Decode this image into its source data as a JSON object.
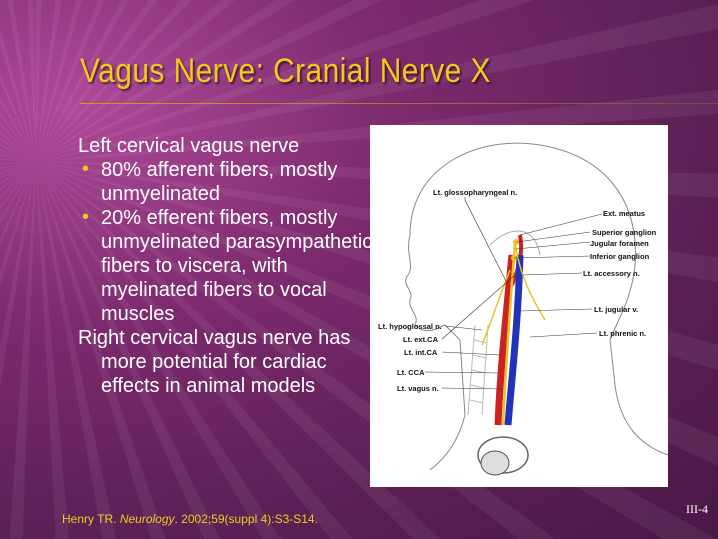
{
  "slide": {
    "title": "Vagus Nerve: Cranial Nerve X",
    "page_number": "III-4",
    "colors": {
      "title": "#f2c81a",
      "background": "#6b2360",
      "text": "#ffffff"
    }
  },
  "content": {
    "left_heading": "Left cervical vagus nerve",
    "bullets": [
      "80% afferent fibers, mostly unmyelinated",
      "20% efferent fibers, mostly unmyelinated parasympathetic fibers to viscera, with myelinated fibers to vocal muscles"
    ],
    "right_paragraph": "Right cervical vagus nerve has more potential for cardiac effects in animal models"
  },
  "figure": {
    "labels": {
      "glossopharyngeal": "Lt. glossopharyngeal n.",
      "ext_meatus": "Ext. meatus",
      "superior_ganglion": "Superior ganglion",
      "jugular_foramen": "Jugular foramen",
      "inferior_ganglion": "Inferior ganglion",
      "accessory": "Lt. accessory n.",
      "jugular_v": "Lt. jugular v.",
      "hypoglossal": "Lt. hypoglossal n.",
      "phrenic": "Lt. phrenic n.",
      "ext_ca": "Lt. ext.CA",
      "int_ca": "Lt. int.CA",
      "cca": "Lt. CCA",
      "vagus": "Lt. vagus n."
    }
  },
  "citation": {
    "author": "Henry TR.",
    "journal": "Neurology",
    "details": ". 2002;59(suppl 4):S3-S14."
  }
}
